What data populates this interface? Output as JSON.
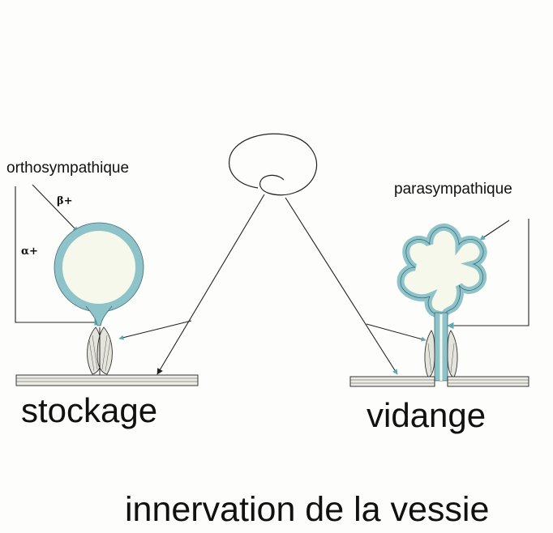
{
  "labels": {
    "sympathetic": "orthosympathique",
    "parasympathetic": "parasympathique",
    "beta": "β+",
    "alpha": "α+",
    "storage": "stockage",
    "voiding": "vidange",
    "title": "innervation de la vessie"
  },
  "colors": {
    "bladder_wall": "#8fc3ca",
    "bladder_fill": "#f5f8ea",
    "ink": "#222222",
    "muscle": "#e4e4dc"
  }
}
